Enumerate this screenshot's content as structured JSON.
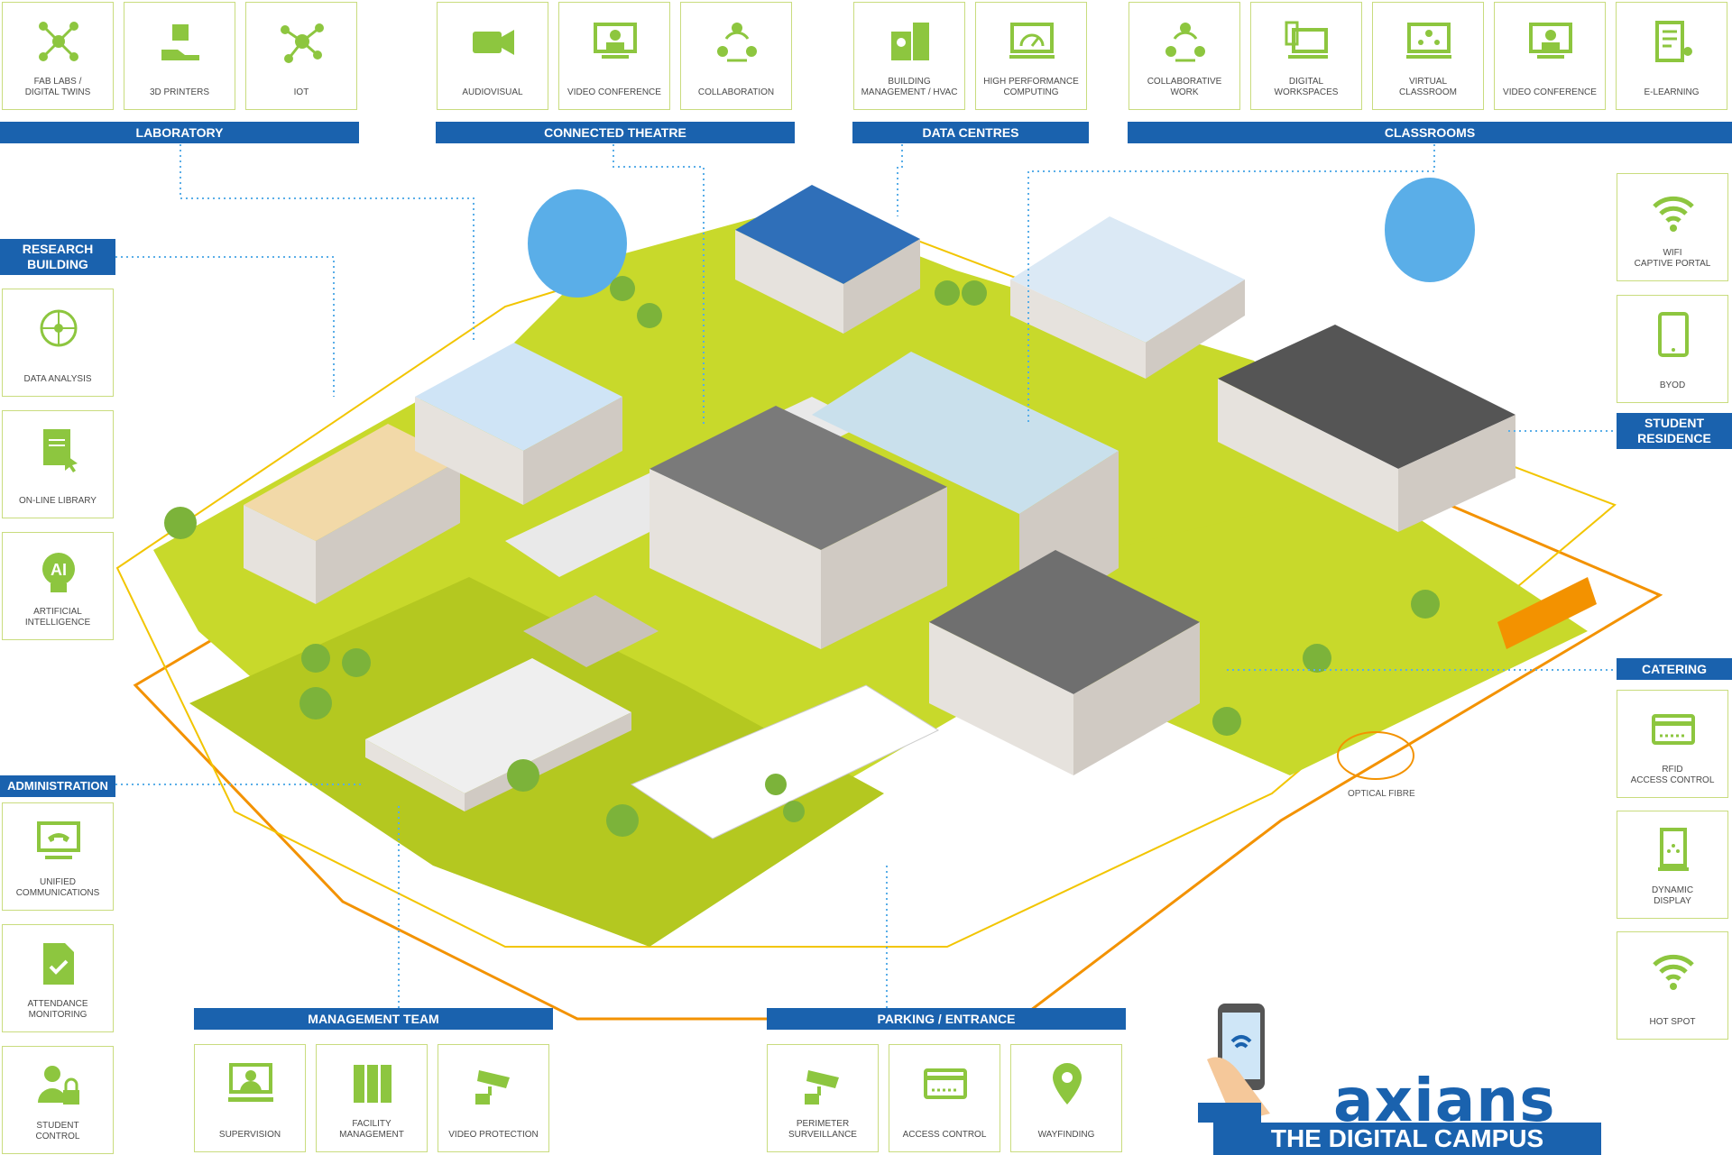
{
  "sections": {
    "laboratory": "LABORATORY",
    "connected_theatre": "CONNECTED THEATRE",
    "data_centres": "DATA CENTRES",
    "classrooms": "CLASSROOMS",
    "research_building": "RESEARCH\nBUILDING",
    "student_residence": "STUDENT\nRESIDENCE",
    "catering": "CATERING",
    "administration": "ADMINISTRATION",
    "management_team": "MANAGEMENT TEAM",
    "parking_entrance": "PARKING / ENTRANCE"
  },
  "tiles": {
    "top": [
      {
        "label": "FAB LABS /\nDIGITAL TWINS",
        "icon": "network-icon"
      },
      {
        "label": "3D PRINTERS",
        "icon": "cube-hand-icon"
      },
      {
        "label": "IoT",
        "icon": "iot-icon"
      },
      {
        "label": "AUDIOVISUAL",
        "icon": "camera-icon"
      },
      {
        "label": "VIDEO CONFERENCE",
        "icon": "video-conference-icon"
      },
      {
        "label": "COLLABORATION",
        "icon": "collaboration-icon"
      },
      {
        "label": "BUILDING\nMANAGEMENT / HVAC",
        "icon": "building-icon"
      },
      {
        "label": "HIGH PERFORMANCE\nCOMPUTING",
        "icon": "gauge-icon"
      },
      {
        "label": "COLLABORATIVE\nWORK",
        "icon": "collaboration-icon"
      },
      {
        "label": "DIGITAL\nWORKSPACES",
        "icon": "workspace-icon"
      },
      {
        "label": "VIRTUAL\nCLASSROOM",
        "icon": "classroom-icon"
      },
      {
        "label": "VIDEO CONFERENCE",
        "icon": "video-conference-icon"
      },
      {
        "label": "E-LEARNING",
        "icon": "notebook-icon"
      }
    ],
    "left": [
      {
        "label": "DATA ANALYSIS",
        "icon": "globe-icon"
      },
      {
        "label": "ON-LINE LIBRARY",
        "icon": "book-icon"
      },
      {
        "label": "ARTIFICIAL\nINTELLIGENCE",
        "icon": "ai-icon"
      },
      {
        "label": "UNIFIED\nCOMMUNICATIONS",
        "icon": "phone-icon"
      },
      {
        "label": "ATTENDANCE\nMONITORING",
        "icon": "checklist-icon"
      },
      {
        "label": "STUDENT\nCONTROL",
        "icon": "user-lock-icon"
      }
    ],
    "right": [
      {
        "label": "WIFI\nCAPTIVE PORTAL",
        "icon": "wifi-icon"
      },
      {
        "label": "BYOD",
        "icon": "tablet-icon"
      },
      {
        "label": "RFID\nACCESS CONTROL",
        "icon": "card-icon"
      },
      {
        "label": "DYNAMIC\nDISPLAY",
        "icon": "display-icon"
      },
      {
        "label": "HOT SPOT",
        "icon": "wifi-icon"
      }
    ],
    "bottom": [
      {
        "label": "SUPERVISION",
        "icon": "supervision-icon"
      },
      {
        "label": "FACILITY\nMANAGEMENT",
        "icon": "binders-icon"
      },
      {
        "label": "VIDEO PROTECTION",
        "icon": "cctv-icon"
      },
      {
        "label": "PERIMETER\nSURVEILLANCE",
        "icon": "cctv-icon"
      },
      {
        "label": "ACCESS CONTROL",
        "icon": "card-icon"
      },
      {
        "label": "WAYFINDING",
        "icon": "pin-icon"
      }
    ]
  },
  "diagram": {
    "fibre_label": "OPTICAL FIBRE"
  },
  "brand": {
    "logo": "axians",
    "tagline": "THE DIGITAL CAMPUS"
  },
  "colors": {
    "accent": "#1a62ae",
    "icon_green": "#8dc63f",
    "lawn": "#c8d92b",
    "orange_line": "#f39200",
    "yellow_line": "#f2c500"
  }
}
